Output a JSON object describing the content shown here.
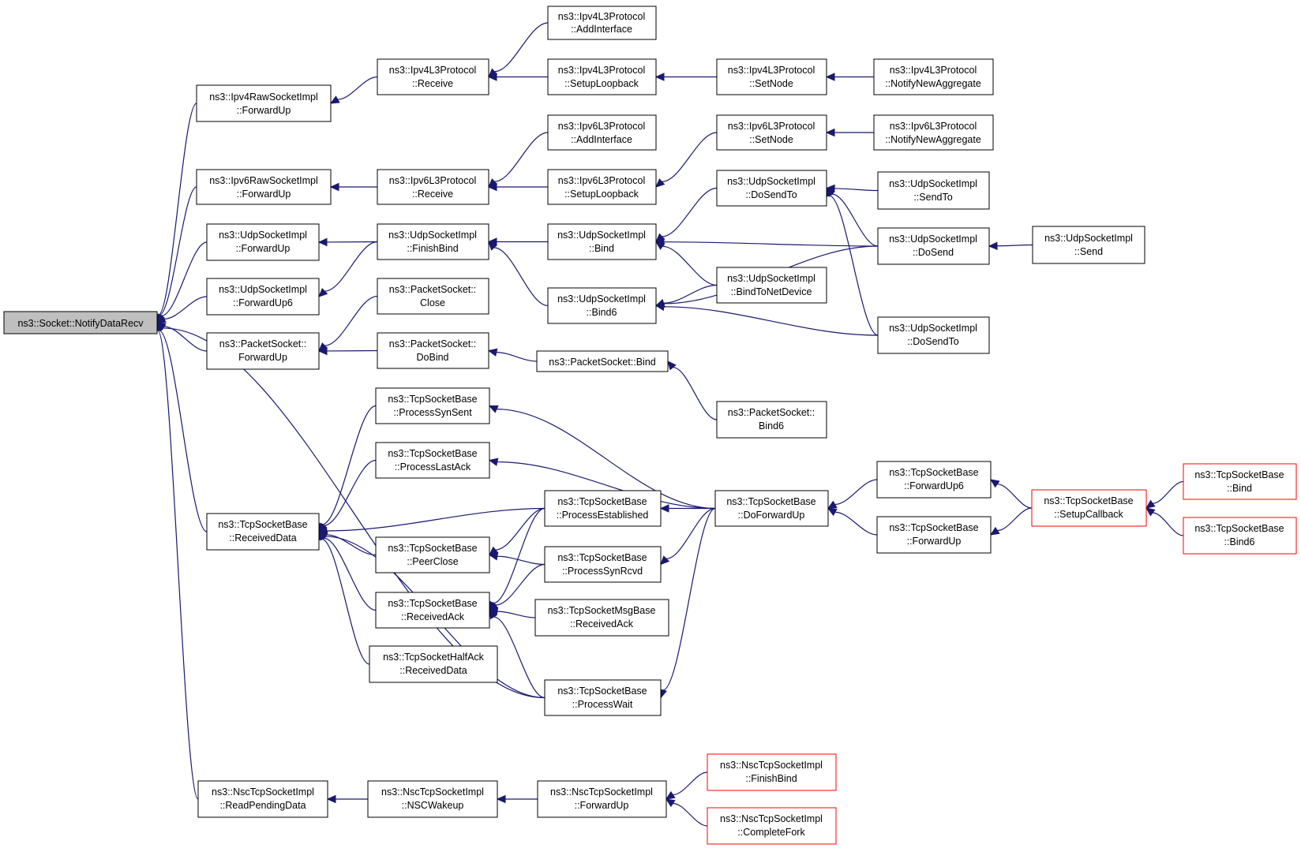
{
  "nodes": {
    "n0": {
      "l1": "ns3::Socket::NotifyDataRecv",
      "l2": ""
    },
    "n1": {
      "l1": "ns3::Ipv4RawSocketImpl",
      "l2": "::ForwardUp"
    },
    "n2": {
      "l1": "ns3::Ipv6RawSocketImpl",
      "l2": "::ForwardUp"
    },
    "n3": {
      "l1": "ns3::UdpSocketImpl",
      "l2": "::ForwardUp"
    },
    "n4": {
      "l1": "ns3::UdpSocketImpl",
      "l2": "::ForwardUp6"
    },
    "n5": {
      "l1": "ns3::PacketSocket::",
      "l2": "ForwardUp"
    },
    "n6": {
      "l1": "ns3::TcpSocketBase",
      "l2": "::ReceivedData"
    },
    "n7": {
      "l1": "ns3::NscTcpSocketImpl",
      "l2": "::ReadPendingData"
    },
    "n8": {
      "l1": "ns3::Ipv4L3Protocol",
      "l2": "::Receive"
    },
    "n9": {
      "l1": "ns3::Ipv6L3Protocol",
      "l2": "::Receive"
    },
    "n10": {
      "l1": "ns3::UdpSocketImpl",
      "l2": "::FinishBind"
    },
    "n11": {
      "l1": "ns3::PacketSocket::",
      "l2": "Close"
    },
    "n12": {
      "l1": "ns3::PacketSocket::",
      "l2": "DoBind"
    },
    "n13": {
      "l1": "ns3::TcpSocketBase",
      "l2": "::ProcessSynSent"
    },
    "n14": {
      "l1": "ns3::TcpSocketBase",
      "l2": "::ProcessLastAck"
    },
    "n15": {
      "l1": "ns3::TcpSocketBase",
      "l2": "::PeerClose"
    },
    "n16": {
      "l1": "ns3::TcpSocketBase",
      "l2": "::ReceivedAck"
    },
    "n17": {
      "l1": "ns3::TcpSocketHalfAck",
      "l2": "::ReceivedData"
    },
    "n18": {
      "l1": "ns3::NscTcpSocketImpl",
      "l2": "::NSCWakeup"
    },
    "n19": {
      "l1": "ns3::Ipv4L3Protocol",
      "l2": "::AddInterface"
    },
    "n20": {
      "l1": "ns3::Ipv4L3Protocol",
      "l2": "::SetupLoopback"
    },
    "n21": {
      "l1": "ns3::Ipv6L3Protocol",
      "l2": "::AddInterface"
    },
    "n22": {
      "l1": "ns3::Ipv6L3Protocol",
      "l2": "::SetupLoopback"
    },
    "n23": {
      "l1": "ns3::UdpSocketImpl",
      "l2": "::Bind"
    },
    "n24": {
      "l1": "ns3::UdpSocketImpl",
      "l2": "::Bind6"
    },
    "n25": {
      "l1": "ns3::PacketSocket::Bind",
      "l2": ""
    },
    "n26": {
      "l1": "ns3::TcpSocketBase",
      "l2": "::ProcessEstablished"
    },
    "n27": {
      "l1": "ns3::TcpSocketBase",
      "l2": "::ProcessSynRcvd"
    },
    "n28": {
      "l1": "ns3::TcpSocketMsgBase",
      "l2": "::ReceivedAck"
    },
    "n29": {
      "l1": "ns3::TcpSocketBase",
      "l2": "::ProcessWait"
    },
    "n30": {
      "l1": "ns3::NscTcpSocketImpl",
      "l2": "::ForwardUp"
    },
    "n31": {
      "l1": "ns3::Ipv4L3Protocol",
      "l2": "::SetNode"
    },
    "n32": {
      "l1": "ns3::Ipv6L3Protocol",
      "l2": "::SetNode"
    },
    "n33": {
      "l1": "ns3::UdpSocketImpl",
      "l2": "::DoSendTo"
    },
    "n34": {
      "l1": "ns3::UdpSocketImpl",
      "l2": "::BindToNetDevice"
    },
    "n35": {
      "l1": "ns3::PacketSocket::",
      "l2": "Bind6"
    },
    "n36": {
      "l1": "ns3::TcpSocketBase",
      "l2": "::DoForwardUp"
    },
    "n37": {
      "l1": "ns3::NscTcpSocketImpl",
      "l2": "::FinishBind"
    },
    "n38": {
      "l1": "ns3::NscTcpSocketImpl",
      "l2": "::CompleteFork"
    },
    "n39": {
      "l1": "ns3::Ipv4L3Protocol",
      "l2": "::NotifyNewAggregate"
    },
    "n40": {
      "l1": "ns3::Ipv6L3Protocol",
      "l2": "::NotifyNewAggregate"
    },
    "n41": {
      "l1": "ns3::UdpSocketImpl",
      "l2": "::SendTo"
    },
    "n42": {
      "l1": "ns3::UdpSocketImpl",
      "l2": "::DoSend"
    },
    "n43": {
      "l1": "ns3::UdpSocketImpl",
      "l2": "::DoSendTo"
    },
    "n44": {
      "l1": "ns3::TcpSocketBase",
      "l2": "::ForwardUp6"
    },
    "n45": {
      "l1": "ns3::TcpSocketBase",
      "l2": "::ForwardUp"
    },
    "n46": {
      "l1": "ns3::UdpSocketImpl",
      "l2": "::Send"
    },
    "n47": {
      "l1": "ns3::TcpSocketBase",
      "l2": "::SetupCallback"
    },
    "n48": {
      "l1": "ns3::TcpSocketBase",
      "l2": "::Bind"
    },
    "n49": {
      "l1": "ns3::TcpSocketBase",
      "l2": "::Bind6"
    }
  },
  "edges": [
    [
      "n1",
      "n0"
    ],
    [
      "n2",
      "n0"
    ],
    [
      "n3",
      "n0"
    ],
    [
      "n4",
      "n0"
    ],
    [
      "n5",
      "n0"
    ],
    [
      "n6",
      "n0"
    ],
    [
      "n7",
      "n0"
    ],
    [
      "n29",
      "n0"
    ],
    [
      "n8",
      "n1"
    ],
    [
      "n9",
      "n2"
    ],
    [
      "n10",
      "n3"
    ],
    [
      "n10",
      "n4"
    ],
    [
      "n11",
      "n5"
    ],
    [
      "n12",
      "n5"
    ],
    [
      "n13",
      "n6"
    ],
    [
      "n14",
      "n6"
    ],
    [
      "n26",
      "n6"
    ],
    [
      "n15",
      "n6"
    ],
    [
      "n16",
      "n6"
    ],
    [
      "n17",
      "n6"
    ],
    [
      "n29",
      "n6"
    ],
    [
      "n18",
      "n7"
    ],
    [
      "n19",
      "n8"
    ],
    [
      "n20",
      "n8"
    ],
    [
      "n21",
      "n9"
    ],
    [
      "n22",
      "n9"
    ],
    [
      "n23",
      "n10"
    ],
    [
      "n24",
      "n10"
    ],
    [
      "n25",
      "n12"
    ],
    [
      "n36",
      "n13"
    ],
    [
      "n36",
      "n14"
    ],
    [
      "n26",
      "n15"
    ],
    [
      "n27",
      "n15"
    ],
    [
      "n26",
      "n16"
    ],
    [
      "n27",
      "n16"
    ],
    [
      "n28",
      "n16"
    ],
    [
      "n29",
      "n16"
    ],
    [
      "n30",
      "n18"
    ],
    [
      "n31",
      "n20"
    ],
    [
      "n32",
      "n22"
    ],
    [
      "n33",
      "n23"
    ],
    [
      "n42",
      "n23"
    ],
    [
      "n34",
      "n23"
    ],
    [
      "n34",
      "n24"
    ],
    [
      "n42",
      "n24"
    ],
    [
      "n43",
      "n24"
    ],
    [
      "n35",
      "n25"
    ],
    [
      "n36",
      "n26"
    ],
    [
      "n36",
      "n27"
    ],
    [
      "n36",
      "n29"
    ],
    [
      "n37",
      "n30"
    ],
    [
      "n38",
      "n30"
    ],
    [
      "n39",
      "n31"
    ],
    [
      "n40",
      "n32"
    ],
    [
      "n41",
      "n33"
    ],
    [
      "n42",
      "n33"
    ],
    [
      "n43",
      "n33"
    ],
    [
      "n44",
      "n36"
    ],
    [
      "n45",
      "n36"
    ],
    [
      "n46",
      "n42"
    ],
    [
      "n47",
      "n44"
    ],
    [
      "n47",
      "n45"
    ],
    [
      "n48",
      "n47"
    ],
    [
      "n49",
      "n47"
    ]
  ],
  "colors": {
    "edge": "#191970",
    "root_fill": "#bfbfbf",
    "node_border": "#000000",
    "truncated_border": "#ff0000"
  }
}
